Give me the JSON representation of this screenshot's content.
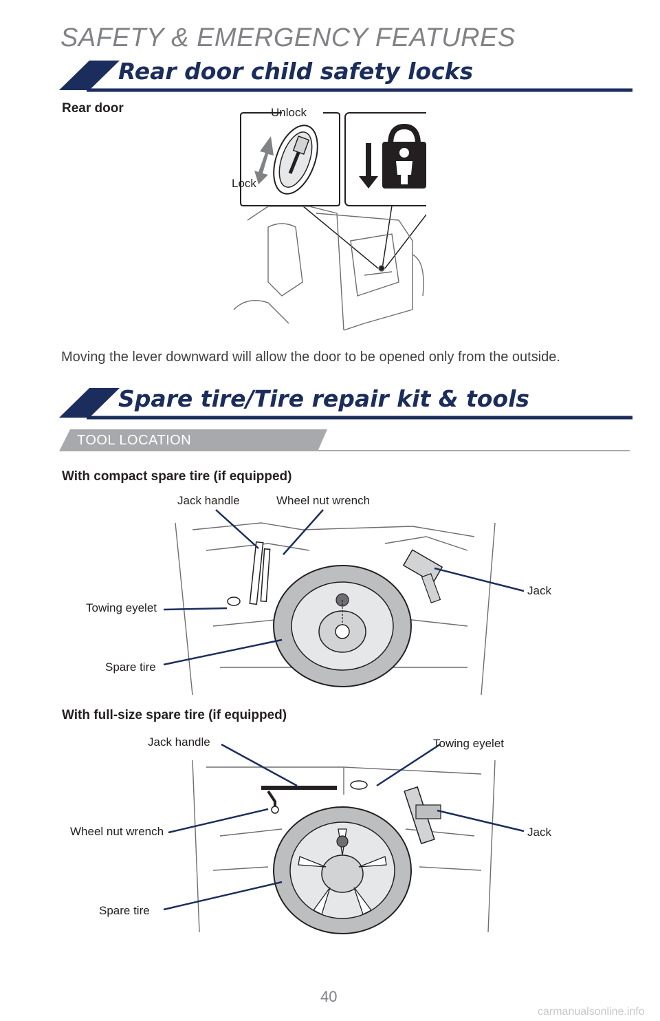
{
  "header": {
    "title": "SAFETY & EMERGENCY FEATURES"
  },
  "section1": {
    "title": "Rear door child safety locks",
    "subhead": "Rear door",
    "callouts": {
      "unlock": "Unlock",
      "lock": "Lock"
    },
    "description": "Moving the lever downward will allow the door to be opened only from the outside."
  },
  "section2": {
    "title": "Spare tire/Tire repair kit & tools",
    "tab_label": "TOOL LOCATION",
    "compact": {
      "heading": "With compact spare tire (if equipped)",
      "callouts": {
        "jack_handle": "Jack handle",
        "wheel_nut_wrench": "Wheel nut wrench",
        "jack": "Jack",
        "towing_eyelet": "Towing eyelet",
        "spare_tire": "Spare tire"
      }
    },
    "fullsize": {
      "heading": "With full-size spare tire (if equipped)",
      "callouts": {
        "jack_handle": "Jack handle",
        "towing_eyelet": "Towing eyelet",
        "wheel_nut_wrench": "Wheel nut wrench",
        "jack": "Jack",
        "spare_tire": "Spare tire"
      }
    }
  },
  "footer": {
    "page_number": "40",
    "watermark": "carmanualsonline.info"
  },
  "colors": {
    "navy": "#1b2d5c",
    "gray_text": "#808285",
    "tab_gray": "#a7a9ac"
  },
  "icons": [
    "child-lock-icon",
    "down-arrow-icon",
    "up-down-arrow-icon"
  ]
}
